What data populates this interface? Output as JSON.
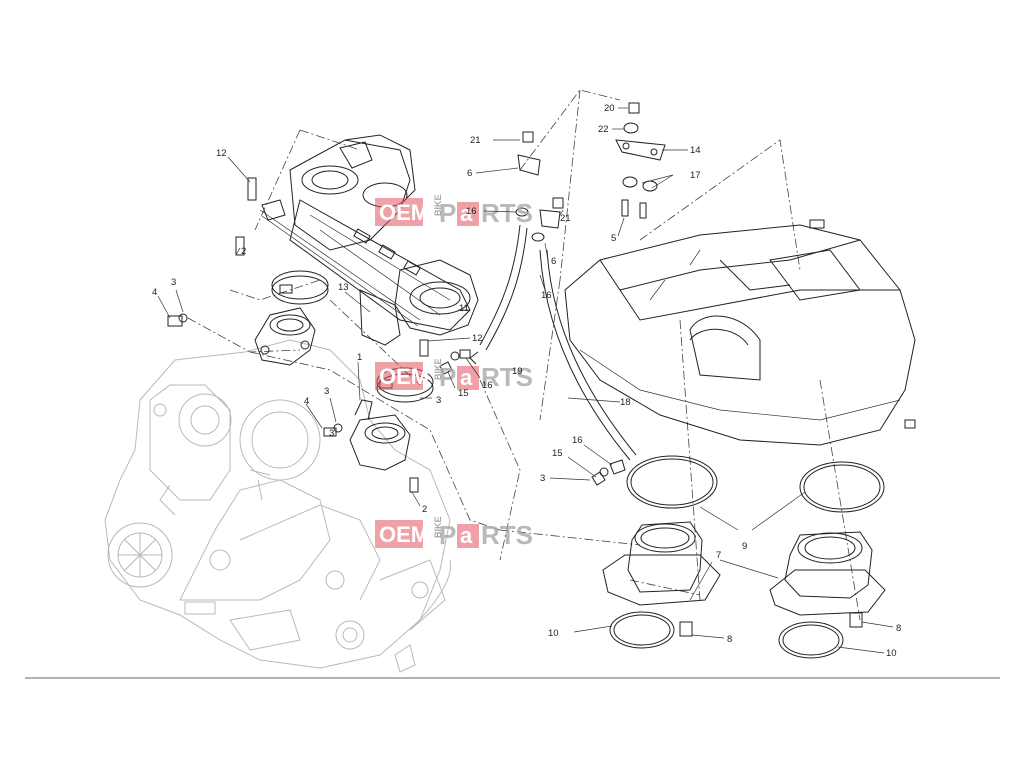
{
  "diagram": {
    "callouts": [
      {
        "id": "c12a",
        "text": "12"
      },
      {
        "id": "c2a",
        "text": "2"
      },
      {
        "id": "c4a",
        "text": "4"
      },
      {
        "id": "c3a",
        "text": "3"
      },
      {
        "id": "c13",
        "text": "13"
      },
      {
        "id": "c1",
        "text": "1"
      },
      {
        "id": "c11",
        "text": "11"
      },
      {
        "id": "c12b",
        "text": "12"
      },
      {
        "id": "c16a",
        "text": "16"
      },
      {
        "id": "c19",
        "text": "19"
      },
      {
        "id": "c3b",
        "text": "3"
      },
      {
        "id": "c15a",
        "text": "15"
      },
      {
        "id": "c3c",
        "text": "3"
      },
      {
        "id": "c4b",
        "text": "4"
      },
      {
        "id": "c3d",
        "text": "3"
      },
      {
        "id": "c2b",
        "text": "2"
      },
      {
        "id": "c21a",
        "text": "21"
      },
      {
        "id": "c6a",
        "text": "6"
      },
      {
        "id": "c16b",
        "text": "16"
      },
      {
        "id": "c21b",
        "text": "21"
      },
      {
        "id": "c6b",
        "text": "6"
      },
      {
        "id": "c16c",
        "text": "16"
      },
      {
        "id": "c20",
        "text": "20"
      },
      {
        "id": "c22",
        "text": "22"
      },
      {
        "id": "c14",
        "text": "14"
      },
      {
        "id": "c17",
        "text": "17"
      },
      {
        "id": "c5",
        "text": "5"
      },
      {
        "id": "c18",
        "text": "18"
      },
      {
        "id": "c16d",
        "text": "16"
      },
      {
        "id": "c15b",
        "text": "15"
      },
      {
        "id": "c3e",
        "text": "3"
      },
      {
        "id": "c9",
        "text": "9"
      },
      {
        "id": "c7",
        "text": "7"
      },
      {
        "id": "c10a",
        "text": "10"
      },
      {
        "id": "c8a",
        "text": "8"
      },
      {
        "id": "c8b",
        "text": "8"
      },
      {
        "id": "c10b",
        "text": "10"
      }
    ],
    "watermark": {
      "oem": "OEM",
      "bike": "BIKE",
      "parts_p": "P",
      "parts_a": "a",
      "parts_rts": "RTS"
    },
    "colors": {
      "line": "#222222",
      "ghost": "#b9b9b9",
      "watermark_red": "#e05561",
      "watermark_grey": "#a8a8a8"
    }
  }
}
